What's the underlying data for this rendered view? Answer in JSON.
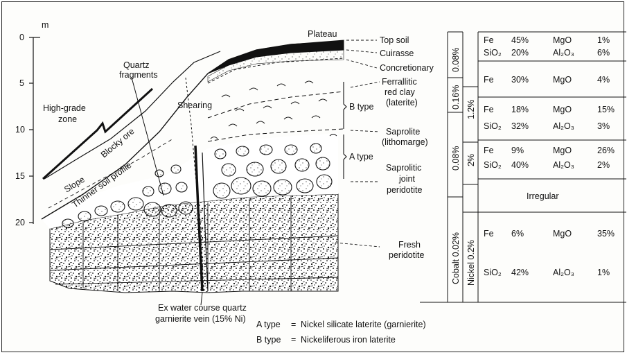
{
  "axis": {
    "unit": "m",
    "ticks": [
      "0",
      "5",
      "10",
      "15",
      "20"
    ]
  },
  "section_labels": {
    "plateau": "Plateau",
    "quartz_1": "Quartz",
    "quartz_2": "fragments",
    "high_grade_1": "High-grade",
    "high_grade_2": "zone",
    "shearing": "Shearing",
    "blocky_ore": "Blocky ore",
    "slope": "Slope",
    "thinner_soil": "Thinner soil profile",
    "ex_water_1": "Ex water course quartz",
    "ex_water_2": "garnierite vein (15% Ni)"
  },
  "profile_labels": {
    "top_soil": "Top soil",
    "cuirasse": "Cuirasse",
    "concretionary": "Concretionary",
    "ferrallitic_1": "Ferrallitic",
    "ferrallitic_2": "red clay",
    "ferrallitic_3": "(laterite)",
    "b_type": "B type",
    "saprolite_1": "Saprolite",
    "saprolite_2": "(lithomarge)",
    "a_type": "A type",
    "saprolitic_1": "Saprolitic",
    "saprolitic_2": "joint",
    "saprolitic_3": "peridotite",
    "fresh_1": "Fresh",
    "fresh_2": "peridotite"
  },
  "table": {
    "cobalt_col": [
      "0.08%",
      "0.16%",
      "0.08%",
      "Cobalt 0.02%"
    ],
    "nickel_col": [
      "1.2%",
      "2%",
      "Nickel 0.2%"
    ],
    "rows": [
      {
        "a": "Fe",
        "a_val": "45%",
        "b": "MgO",
        "b_val": "1%",
        "c": "SiO₂",
        "c_val": "20%",
        "d": "Al₂O₃",
        "d_val": "6%"
      },
      {
        "a": "Fe",
        "a_val": "30%",
        "b": "MgO",
        "b_val": "4%"
      },
      {
        "a": "Fe",
        "a_val": "18%",
        "b": "MgO",
        "b_val": "15%",
        "c": "SiO₂",
        "c_val": "32%",
        "d": "Al₂O₃",
        "d_val": "3%"
      },
      {
        "a": "Fe",
        "a_val": "9%",
        "b": "MgO",
        "b_val": "26%",
        "c": "SiO₂",
        "c_val": "40%",
        "d": "Al₂O₃",
        "d_val": "2%"
      },
      {
        "a": "Fe",
        "a_val": "6%",
        "b": "MgO",
        "b_val": "35%",
        "c": "SiO₂",
        "c_val": "42%",
        "d": "Al₂O₃",
        "d_val": "1%"
      }
    ],
    "irregular": "Irregular"
  },
  "legend": [
    {
      "key": "A type",
      "eq": "=",
      "desc": "Nickel silicate laterite (garnierite)"
    },
    {
      "key": "B type",
      "eq": "=",
      "desc": "Nickeliferous iron laterite"
    }
  ]
}
